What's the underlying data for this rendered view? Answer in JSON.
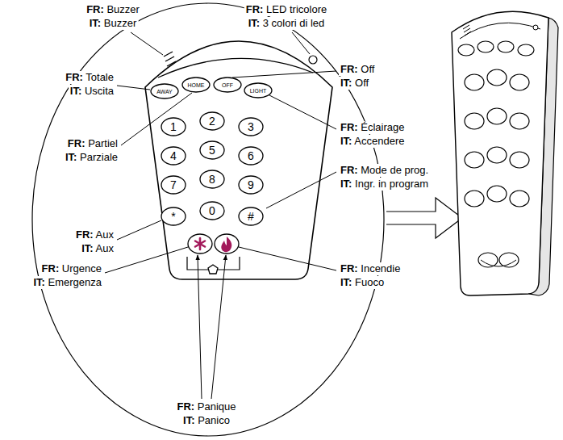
{
  "diagram": {
    "nodes": [
      {
        "text": [
          "AWAY"
        ]
      },
      {
        "text": [
          "HOME"
        ]
      },
      {
        "text": [
          "OFF"
        ]
      },
      {
        "text": [
          "LIGHT"
        ]
      },
      {
        "text": [
          "1"
        ]
      },
      {
        "text": [
          "2"
        ]
      },
      {
        "text": [
          "3"
        ]
      },
      {
        "text": [
          "4"
        ]
      },
      {
        "text": [
          "5"
        ]
      },
      {
        "text": [
          "6"
        ]
      },
      {
        "text": [
          "7"
        ]
      },
      {
        "text": [
          "8"
        ]
      },
      {
        "text": [
          "9"
        ]
      },
      {
        "text": [
          "*"
        ]
      },
      {
        "text": [
          "0"
        ]
      },
      {
        "text": [
          "#"
        ]
      }
    ],
    "labels": [
      "FR: Buzzer",
      "IT: Buzzer",
      "FR: LED tricolore",
      "IT: 3 colori di led",
      "FR: Totale",
      "IT: Uscita",
      "FR: Off",
      "IT: Off",
      "FR: Partiel",
      "IT: Parziale",
      "FR: Éclairage",
      "IT: Accendere",
      "FR: Mode de prog.",
      "IT: Ingr. in program",
      "FR: Aux",
      "IT: Aux",
      "FR: Urgence",
      "IT: Emergenza",
      "FR: Incendie",
      "IT: Fuoco",
      "FR: Panique",
      "IT: Panico"
    ]
  }
}
